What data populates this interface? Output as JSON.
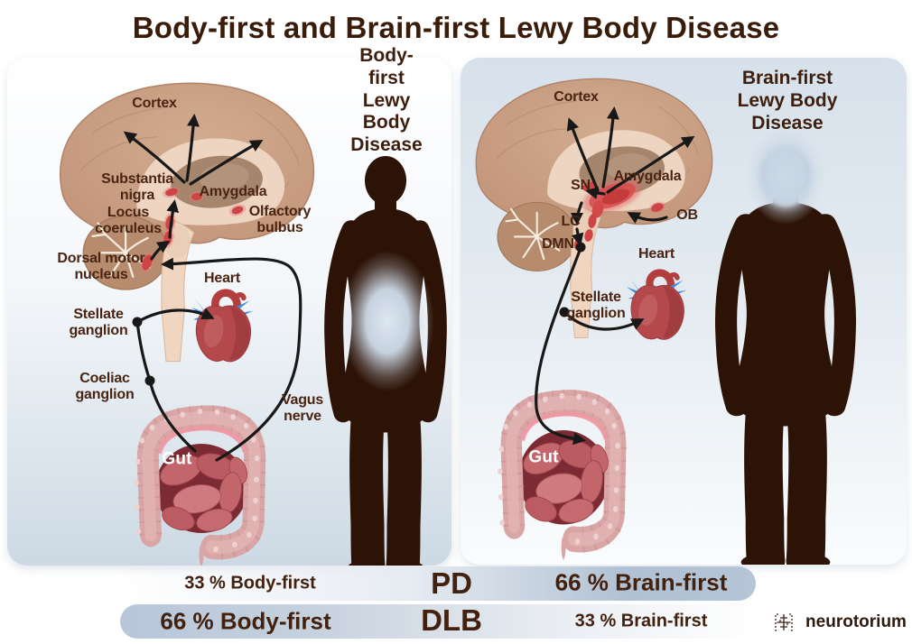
{
  "title": "Body-first and Brain-first Lewy Body Disease",
  "left_panel": {
    "title": "Body-first\nLewy Body\nDisease",
    "labels": {
      "cortex": "Cortex",
      "substantia_nigra": "Substantia\nnigra",
      "amygdala": "Amygdala",
      "locus_coeruleus": "Locus\ncoeruleus",
      "olfactory_bulbus": "Olfactory\nbulbus",
      "dorsal_motor_nucleus": "Dorsal motor\nnucleus",
      "heart": "Heart",
      "stellate_ganglion": "Stellate\nganglion",
      "coeliac_ganglion": "Coeliac\nganglion",
      "vagus_nerve": "Vagus\nnerve",
      "gut": "Gut"
    }
  },
  "right_panel": {
    "title": "Brain-first\nLewy Body\nDisease",
    "labels": {
      "cortex": "Cortex",
      "sn": "SN",
      "amygdala": "Amygdala",
      "lc": "LC",
      "ob": "OB",
      "dmn": "DMN",
      "heart": "Heart",
      "stellate_ganglion": "Stellate\nganglion",
      "gut": "Gut"
    }
  },
  "stats": {
    "pd": {
      "condition": "PD",
      "body_first": "33 % Body-first",
      "brain_first": "66 % Brain-first"
    },
    "dlb": {
      "condition": "DLB",
      "body_first": "66 % Body-first",
      "brain_first": "33 % Brain-first"
    }
  },
  "footer": {
    "brand": "neurotorium"
  },
  "colors": {
    "title_brown": "#3a1c0a",
    "label_brown": "#4a2412",
    "silhouette_brown": "#2d1306",
    "lewy_spot_red": "#d04545",
    "bar_blue": "#b2c3d5",
    "panel_blue": "#d7e1eb"
  }
}
